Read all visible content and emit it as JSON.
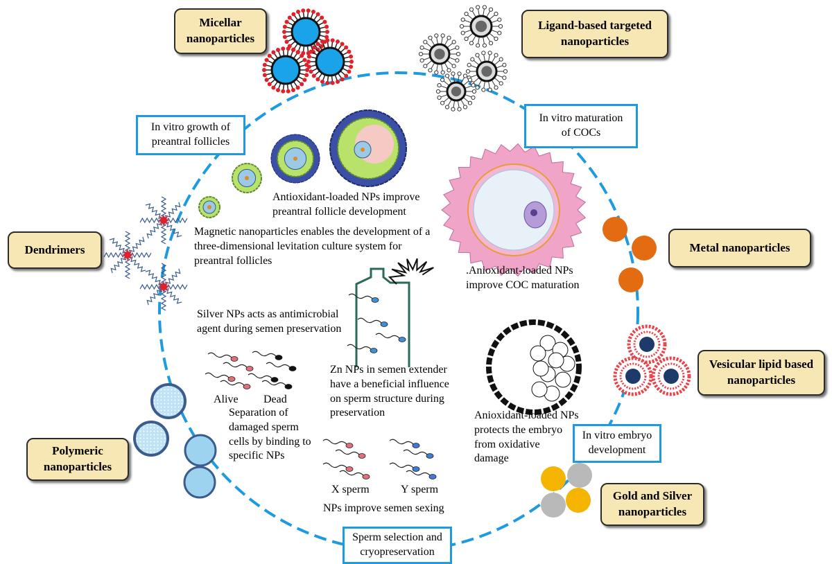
{
  "nanoparticle_types": {
    "micellar": "Micellar\nnanoparticles",
    "ligand": "Ligand-based targeted\nnanoparticles",
    "dendrimers": "Dendrimers",
    "metal": "Metal nanoparticles",
    "vesicular": "Vesicular lipid based\nnanoparticles",
    "polymeric": "Polymeric\nnanoparticles",
    "gold_silver": "Gold and Silver\nnanoparticles"
  },
  "stages": {
    "preantral": "In vitro growth of\npreantral follicles",
    "coc": "In vitro maturation\nof COCs",
    "embryo": "In vitro embryo\ndevelopment",
    "sperm": "Sperm selection and\ncryopreservation"
  },
  "notes": {
    "antioxidant_preantral": "Antioxidant-loaded NPs improve\npreantral follicle development",
    "magnetic": "Magnetic nanoparticles enables the development of a\nthree-dimensional levitation culture system for\npreantral follicles",
    "coc": ".Anioxidant-loaded NPs\nimprove COC maturation",
    "silver": "Silver NPs acts as antimicrobial\nagent during semen preservation",
    "zn": "Zn NPs in semen extender\nhave a beneficial influence\non sperm structure during\npreservation",
    "embryo": "Anioxidant-loaded NPs\nprotects the embryo\nfrom oxidative\ndamage",
    "separation": "Separation of\ndamaged sperm\ncells by binding to\nspecific NPs",
    "alive": "Alive",
    "dead": "Dead",
    "x_sperm": "X sperm",
    "y_sperm": "Y sperm",
    "sexing": "NPs improve semen sexing"
  },
  "colors": {
    "cycle_ring": "#1e9be0",
    "label_fill": "#f7e7b4",
    "micelle_core": "#1aa3e8",
    "micelle_tails": "#e0202a",
    "metal": "#e36b12",
    "gold": "#f5b400",
    "silver": "#b9b9b9",
    "vesicle_core": "#1d3a6b",
    "vesicle_shell": "#e8434a",
    "polymeric": "#9dd3ee",
    "dendrimer_core": "#e0202a",
    "dendrimer_arms": "#3a5a8c",
    "coc_cells": "#f0a5c8",
    "follicle_granulosa": "#b9e26a",
    "follicle_theca": "#3c4fa6",
    "sperm_alive": "#e0707c",
    "sperm_dead": "#111111",
    "sperm_y": "#3e7bd6"
  }
}
